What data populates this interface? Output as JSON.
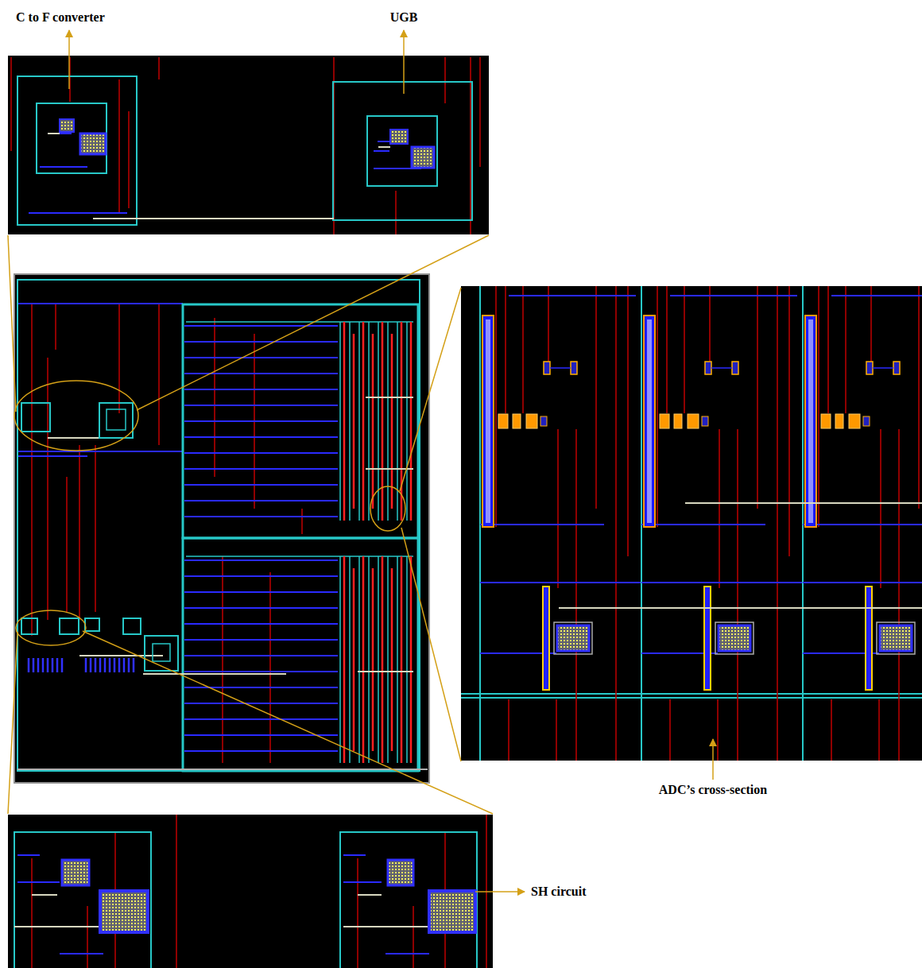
{
  "diagram": {
    "labels": [
      "C to F converter",
      "UGB",
      "ADC’s cross-section",
      "SH circuit"
    ]
  }
}
